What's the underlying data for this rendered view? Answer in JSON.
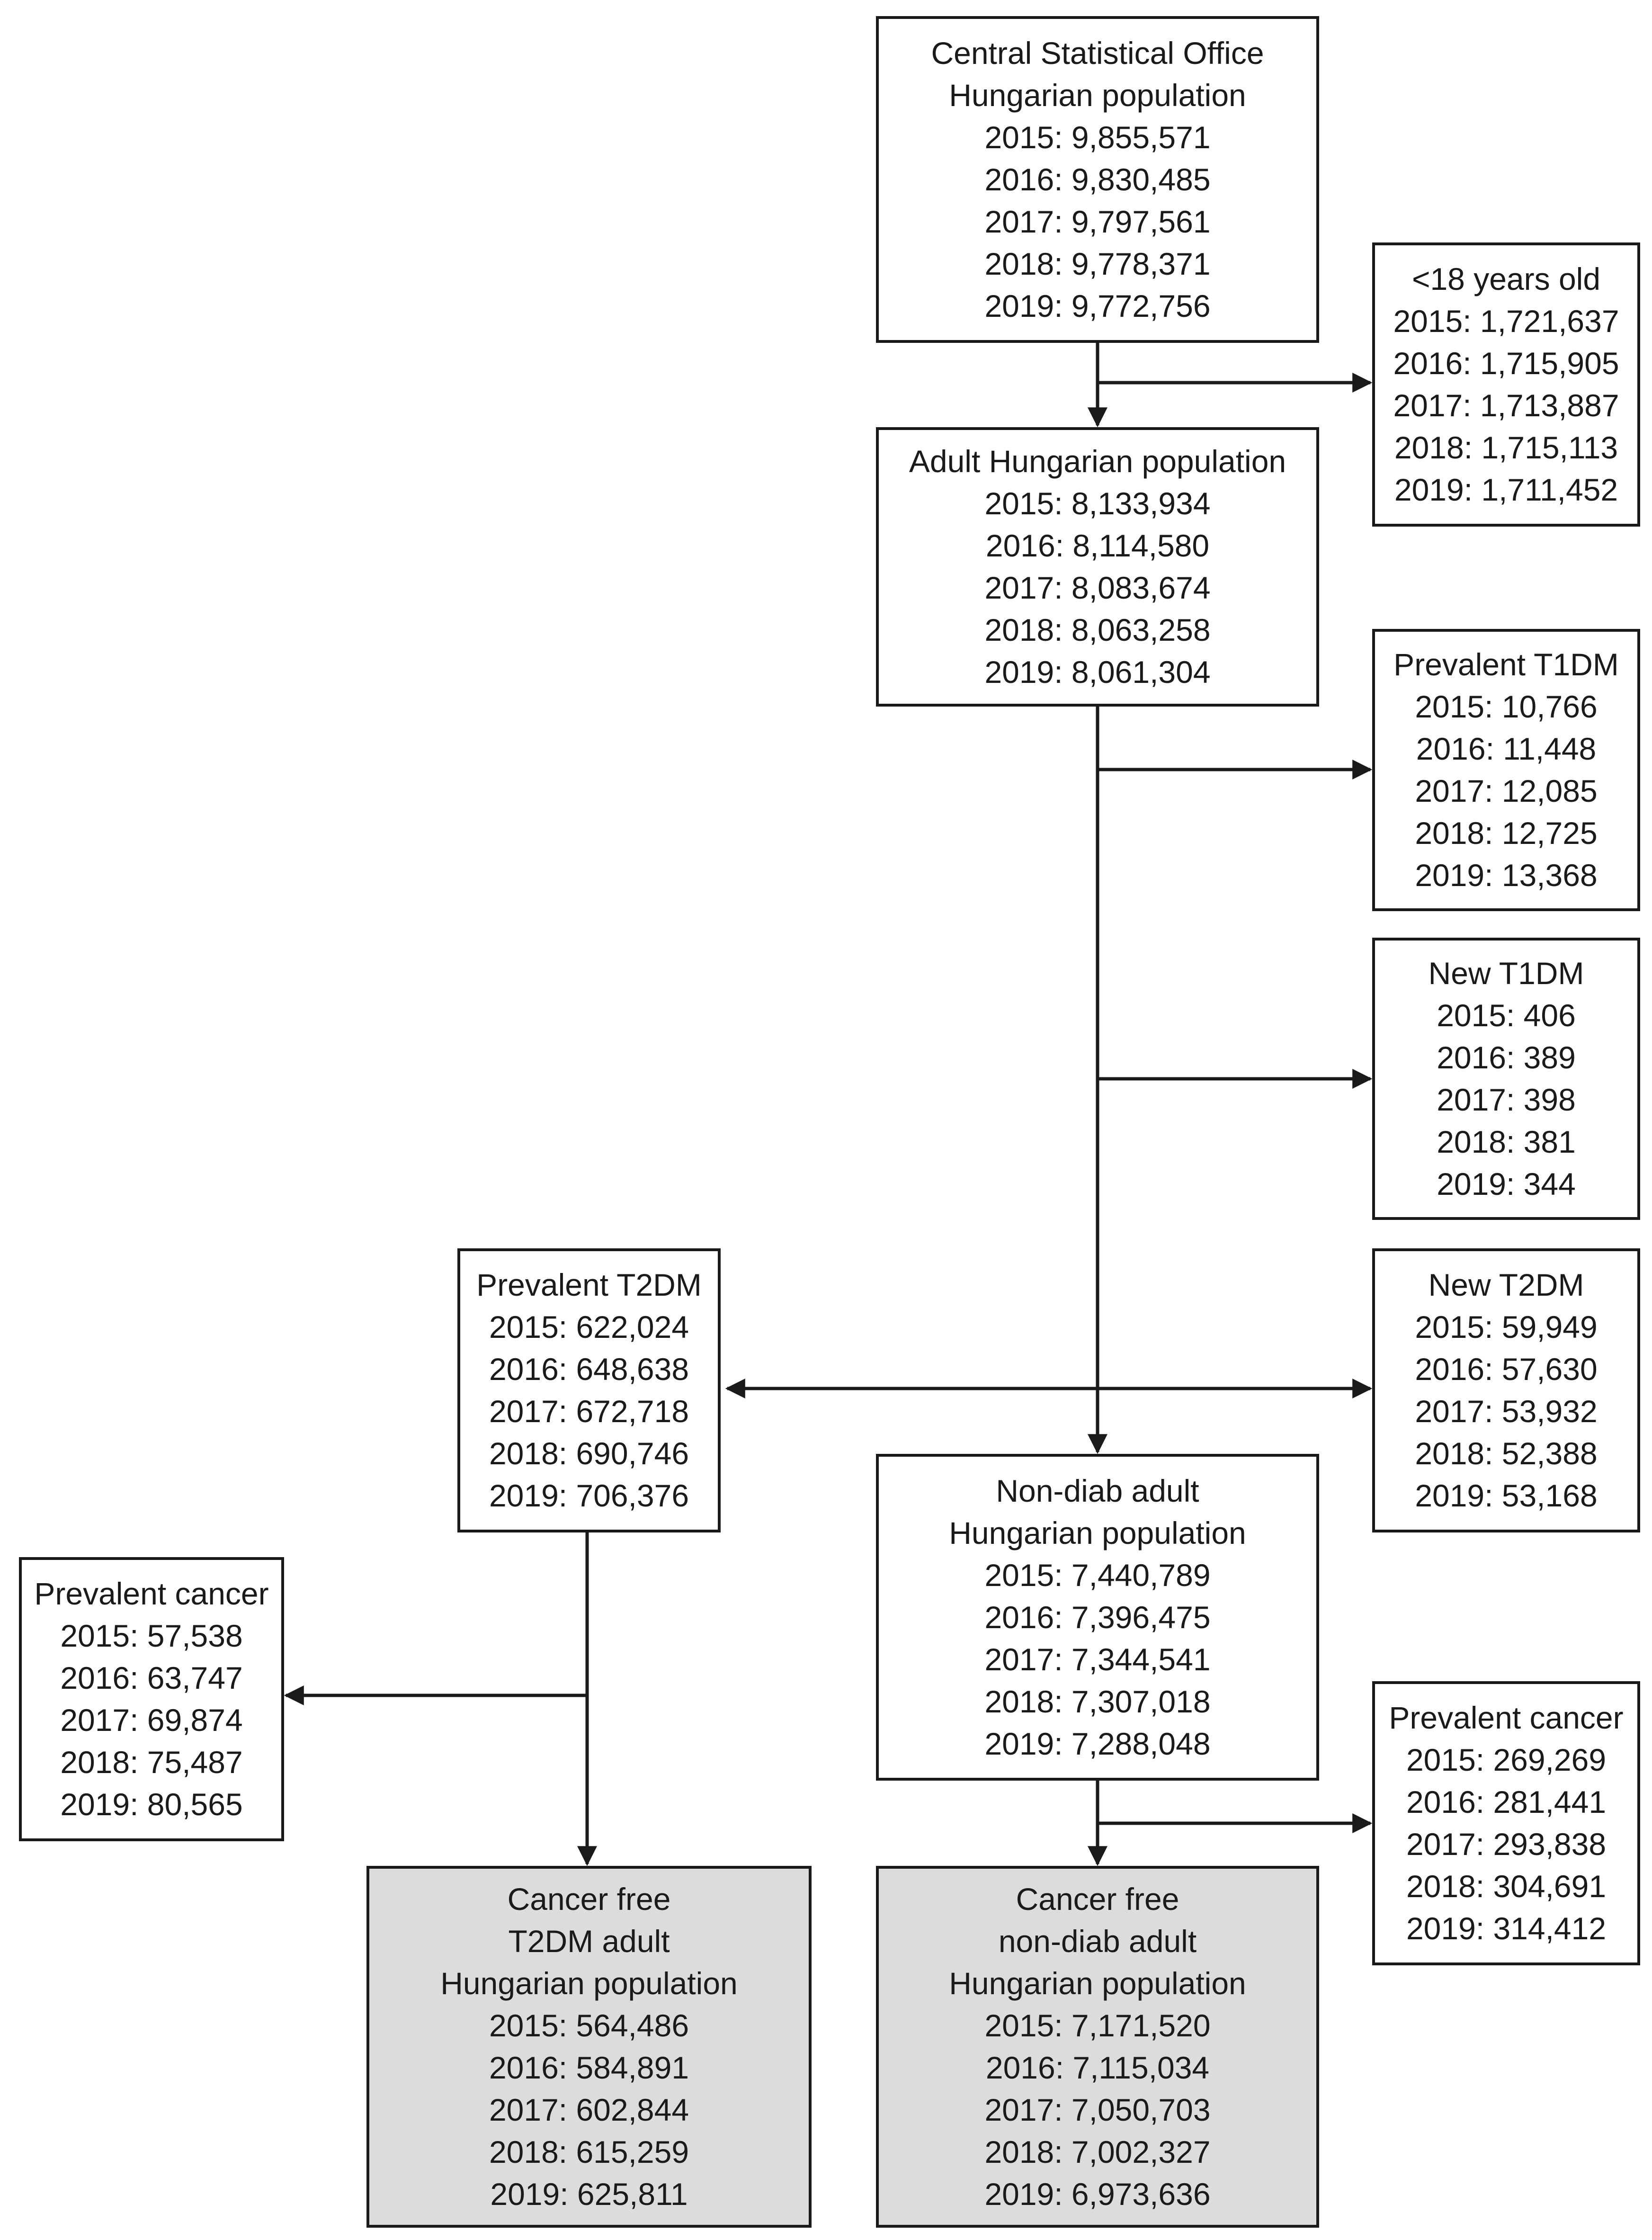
{
  "boxes": {
    "central": {
      "lines": [
        "Central Statistical Office",
        "Hungarian population",
        "2015: 9,855,571",
        "2016: 9,830,485",
        "2017: 9,797,561",
        "2018: 9,778,371",
        "2019: 9,772,756"
      ]
    },
    "under18": {
      "lines": [
        "<18 years old",
        "2015: 1,721,637",
        "2016: 1,715,905",
        "2017: 1,713,887",
        "2018: 1,715,113",
        "2019: 1,711,452"
      ]
    },
    "adult": {
      "lines": [
        "Adult Hungarian population",
        "2015: 8,133,934",
        "2016: 8,114,580",
        "2017: 8,083,674",
        "2018: 8,063,258",
        "2019: 8,061,304"
      ]
    },
    "prev_t1dm": {
      "lines": [
        "Prevalent T1DM",
        "2015: 10,766",
        "2016: 11,448",
        "2017: 12,085",
        "2018: 12,725",
        "2019: 13,368"
      ]
    },
    "new_t1dm": {
      "lines": [
        "New T1DM",
        "2015: 406",
        "2016: 389",
        "2017: 398",
        "2018: 381",
        "2019: 344"
      ]
    },
    "prev_t2dm": {
      "lines": [
        "Prevalent T2DM",
        "2015: 622,024",
        "2016: 648,638",
        "2017: 672,718",
        "2018: 690,746",
        "2019: 706,376"
      ]
    },
    "new_t2dm": {
      "lines": [
        "New T2DM",
        "2015: 59,949",
        "2016: 57,630",
        "2017: 53,932",
        "2018: 52,388",
        "2019: 53,168"
      ]
    },
    "nondiab": {
      "lines": [
        "Non-diab adult",
        "Hungarian population",
        "2015: 7,440,789",
        "2016: 7,396,475",
        "2017: 7,344,541",
        "2018: 7,307,018",
        "2019: 7,288,048"
      ]
    },
    "prev_cancer_t2dm": {
      "lines": [
        "Prevalent cancer",
        "2015: 57,538",
        "2016: 63,747",
        "2017: 69,874",
        "2018: 75,487",
        "2019: 80,565"
      ]
    },
    "prev_cancer_nondiab": {
      "lines": [
        "Prevalent cancer",
        "2015: 269,269",
        "2016: 281,441",
        "2017: 293,838",
        "2018: 304,691",
        "2019: 314,412"
      ]
    },
    "cancerfree_t2dm": {
      "lines": [
        "Cancer free",
        "T2DM adult",
        "Hungarian population",
        "2015: 564,486",
        "2016: 584,891",
        "2017: 602,844",
        "2018: 615,259",
        "2019: 625,811"
      ]
    },
    "cancerfree_nondiab": {
      "lines": [
        "Cancer free",
        "non-diab adult",
        "Hungarian population",
        "2015: 7,171,520",
        "2016: 7,115,034",
        "2017: 7,050,703",
        "2018: 7,002,327",
        "2019: 6,973,636"
      ]
    }
  },
  "colors": {
    "line": "#1a1a1a",
    "final_fill": "#dcdcdc",
    "box_fill": "#ffffff"
  }
}
